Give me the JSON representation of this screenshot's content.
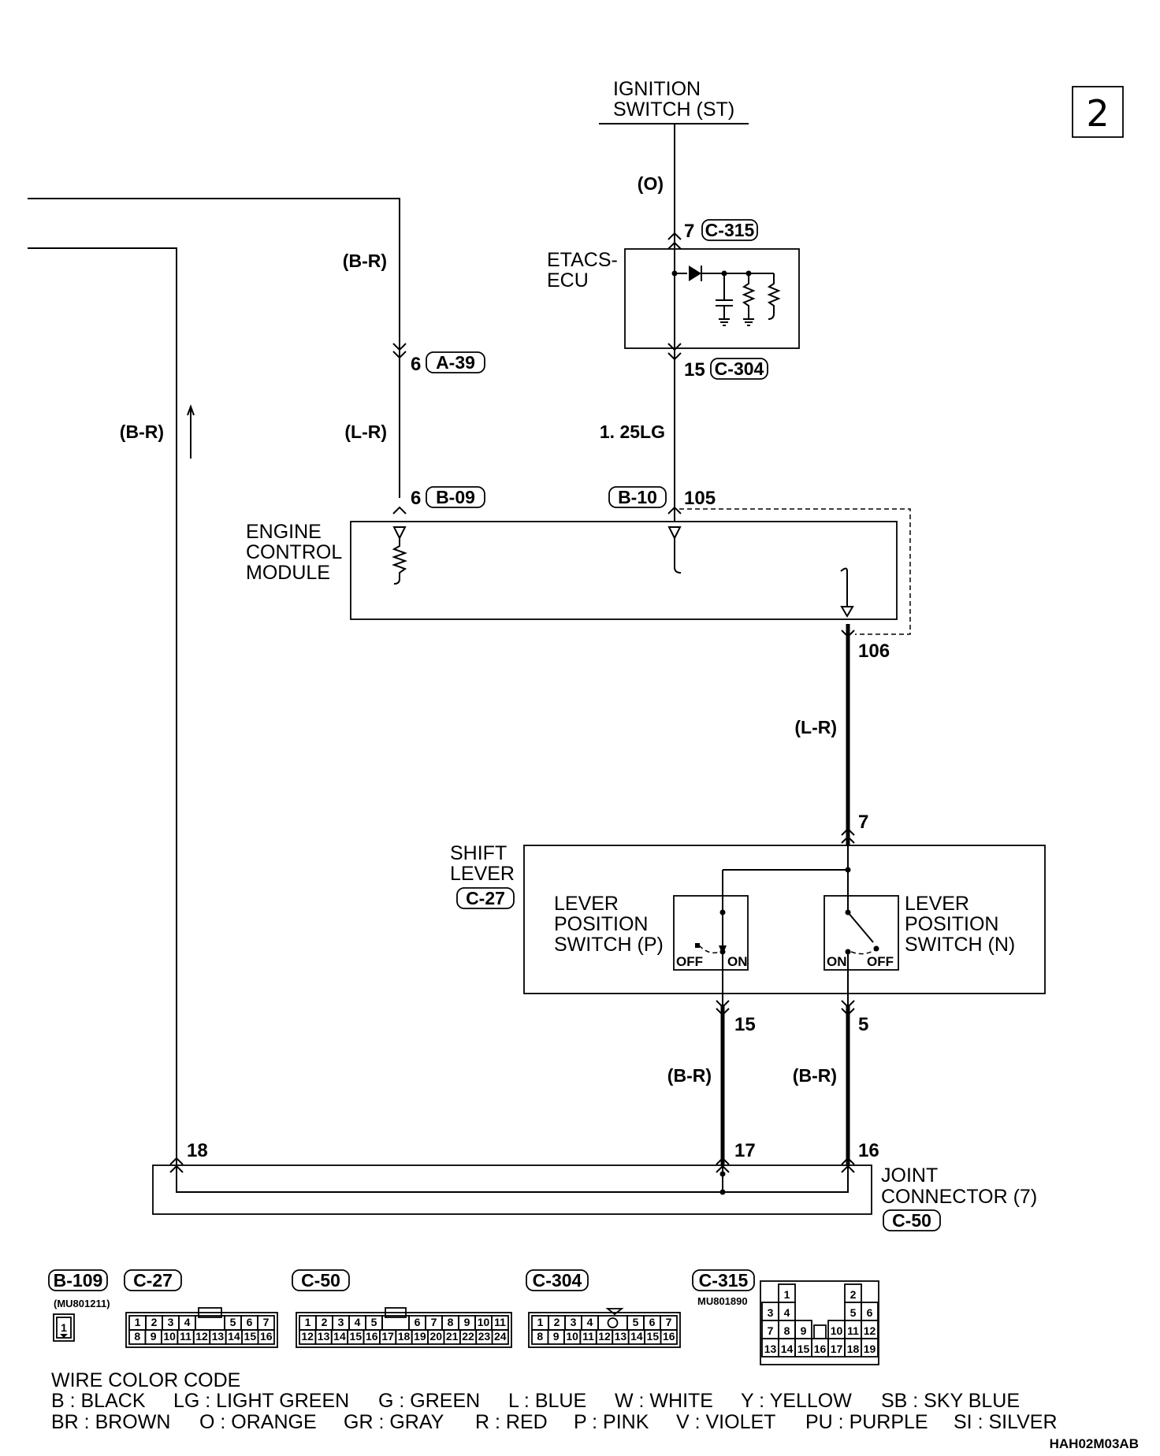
{
  "page_number": "2",
  "figure_code": "HAH02M03AB",
  "ignition": {
    "label1": "IGNITION",
    "label2": "SWITCH (ST)",
    "wire": "(O)"
  },
  "etacs": {
    "label1": "ETACS-",
    "label2": "ECU",
    "pin_in": "7",
    "conn_in": "C-315",
    "pin_out": "15",
    "conn_out": "C-304",
    "wire_out": "1. 25LG"
  },
  "left_wire": {
    "top_color": "(B-R)",
    "a39_pin": "6",
    "a39_conn": "A-39",
    "lower_color": "(L-R)",
    "b09_pin": "6",
    "b09_conn": "B-09",
    "outer_color": "(B-R)"
  },
  "ecm": {
    "label1": "ENGINE",
    "label2": "CONTROL",
    "label3": "MODULE",
    "b10_conn": "B-10",
    "b10_pin": "105",
    "out_pin": "106",
    "out_color": "(L-R)"
  },
  "shift_lever": {
    "label1": "SHIFT",
    "label2": "LEVER",
    "conn": "C-27",
    "in_pin": "7",
    "p_switch": {
      "label1": "LEVER",
      "label2": "POSITION",
      "label3": "SWITCH (P)",
      "off": "OFF",
      "on": "ON",
      "pin": "15",
      "color": "(B-R)"
    },
    "n_switch": {
      "label1": "LEVER",
      "label2": "POSITION",
      "label3": "SWITCH (N)",
      "on": "ON",
      "off": "OFF",
      "pin": "5",
      "color": "(B-R)"
    }
  },
  "joint": {
    "label1": "JOINT",
    "label2": "CONNECTOR (7)",
    "conn": "C-50",
    "pin_a": "18",
    "pin_b": "17",
    "pin_c": "16"
  },
  "connectors": {
    "b109": {
      "name": "B-109",
      "part": "(MU801211)",
      "cell": "1"
    },
    "c27": {
      "name": "C-27",
      "row1": [
        "1",
        "2",
        "3",
        "4",
        "",
        "5",
        "6",
        "7"
      ],
      "row2": [
        "8",
        "9",
        "10",
        "11",
        "12",
        "13",
        "14",
        "15",
        "16"
      ]
    },
    "c50": {
      "name": "C-50",
      "row1": [
        "1",
        "2",
        "3",
        "4",
        "5",
        "",
        "6",
        "7",
        "8",
        "9",
        "10",
        "11"
      ],
      "row2": [
        "12",
        "13",
        "14",
        "15",
        "16",
        "17",
        "18",
        "19",
        "20",
        "21",
        "22",
        "23",
        "24"
      ]
    },
    "c304": {
      "name": "C-304",
      "row1": [
        "1",
        "2",
        "3",
        "4",
        "",
        "5",
        "6",
        "7"
      ],
      "row2": [
        "8",
        "9",
        "10",
        "11",
        "12",
        "13",
        "14",
        "15",
        "16"
      ]
    },
    "c315": {
      "name": "C-315",
      "part": "MU801890",
      "cells": [
        "1",
        "2",
        "3",
        "4",
        "5",
        "6",
        "7",
        "8",
        "9",
        "10",
        "11",
        "12",
        "13",
        "14",
        "15",
        "16",
        "17",
        "18",
        "19"
      ]
    }
  },
  "wire_color_code": {
    "title": "WIRE COLOR CODE",
    "row1": [
      "B : BLACK",
      "LG : LIGHT GREEN",
      "G : GREEN",
      "L : BLUE",
      "W : WHITE",
      "Y : YELLOW",
      "SB : SKY BLUE"
    ],
    "row2": [
      "BR : BROWN",
      "O : ORANGE",
      "GR : GRAY",
      "R : RED",
      "P : PINK",
      "V : VIOLET",
      "PU : PURPLE",
      "SI : SILVER"
    ]
  }
}
